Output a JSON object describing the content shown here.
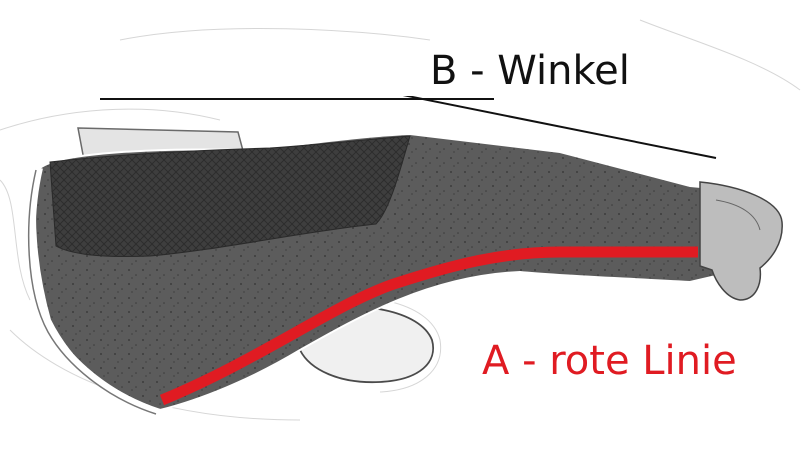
{
  "labels": {
    "b": "B - Winkel",
    "a": "A - rote Linie"
  },
  "colors": {
    "red_line": "#e01b22",
    "label_b": "#111111",
    "splint_dark": "#4a4a4a",
    "splint_mid": "#6a6a6a",
    "splint_light": "#8a8a8a",
    "sketch": "#d8d8d8"
  },
  "icons": {
    "splint": "forearm-splint-illustration"
  }
}
